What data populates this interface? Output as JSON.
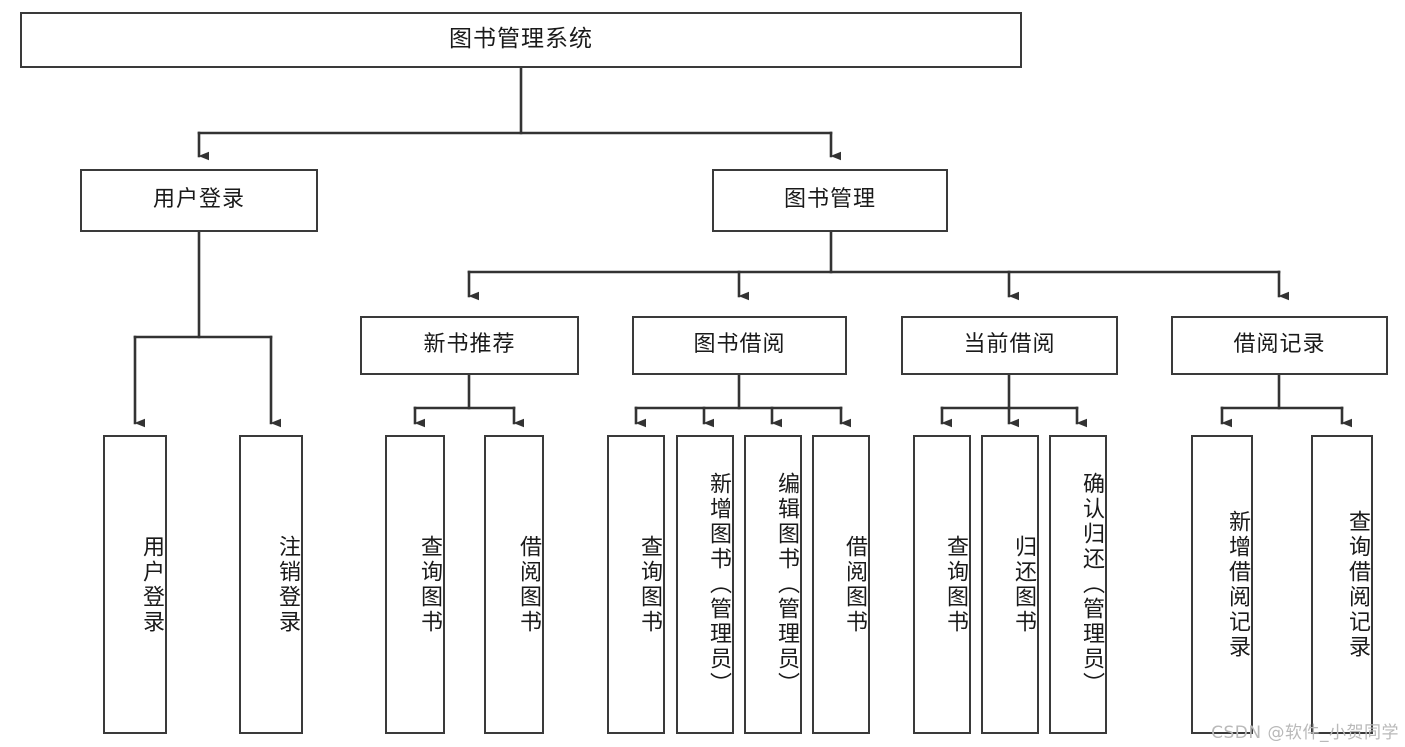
{
  "diagram": {
    "type": "tree",
    "title": "图书管理系统",
    "watermark": "CSDN @软件_小贺同学",
    "colors": {
      "box_border": "#3a3a3a",
      "box_fill": "#ffffff",
      "connector": "#333333",
      "text": "#1a1a1a",
      "watermark": "#b9b9b9"
    },
    "root": {
      "id": "root",
      "label": "图书管理系统",
      "orientation": "horizontal"
    },
    "level2": [
      {
        "id": "user-login",
        "label": "用户登录",
        "orientation": "horizontal"
      },
      {
        "id": "book-manage",
        "label": "图书管理",
        "orientation": "horizontal"
      }
    ],
    "level3": [
      {
        "id": "new-book-recommend",
        "label": "新书推荐",
        "orientation": "horizontal",
        "parent": "book-manage"
      },
      {
        "id": "book-borrow",
        "label": "图书借阅",
        "orientation": "horizontal",
        "parent": "book-manage"
      },
      {
        "id": "current-borrow",
        "label": "当前借阅",
        "orientation": "horizontal",
        "parent": "book-manage"
      },
      {
        "id": "borrow-record",
        "label": "借阅记录",
        "orientation": "horizontal",
        "parent": "book-manage"
      }
    ],
    "leaves": [
      {
        "id": "leaf-user-login",
        "label": "用户登录",
        "orientation": "vertical",
        "parent": "user-login"
      },
      {
        "id": "leaf-logout",
        "label": "注销登录",
        "orientation": "vertical",
        "parent": "user-login"
      },
      {
        "id": "leaf-query-book-1",
        "label": "查询图书",
        "orientation": "vertical",
        "parent": "new-book-recommend"
      },
      {
        "id": "leaf-borrow-book-1",
        "label": "借阅图书",
        "orientation": "vertical",
        "parent": "new-book-recommend"
      },
      {
        "id": "leaf-query-book-2",
        "label": "查询图书",
        "orientation": "vertical",
        "parent": "book-borrow"
      },
      {
        "id": "leaf-add-book",
        "label": "新增图书（管理员）",
        "orientation": "vertical",
        "parent": "book-borrow"
      },
      {
        "id": "leaf-edit-book",
        "label": "编辑图书（管理员）",
        "orientation": "vertical",
        "parent": "book-borrow"
      },
      {
        "id": "leaf-borrow-book-2",
        "label": "借阅图书",
        "orientation": "vertical",
        "parent": "book-borrow"
      },
      {
        "id": "leaf-query-book-3",
        "label": "查询图书",
        "orientation": "vertical",
        "parent": "current-borrow"
      },
      {
        "id": "leaf-return-book",
        "label": "归还图书",
        "orientation": "vertical",
        "parent": "current-borrow"
      },
      {
        "id": "leaf-confirm-return",
        "label": "确认归还（管理员）",
        "orientation": "vertical",
        "parent": "current-borrow"
      },
      {
        "id": "leaf-add-record",
        "label": "新增借阅记录",
        "orientation": "vertical",
        "parent": "borrow-record"
      },
      {
        "id": "leaf-query-record",
        "label": "查询借阅记录",
        "orientation": "vertical",
        "parent": "borrow-record"
      }
    ]
  }
}
